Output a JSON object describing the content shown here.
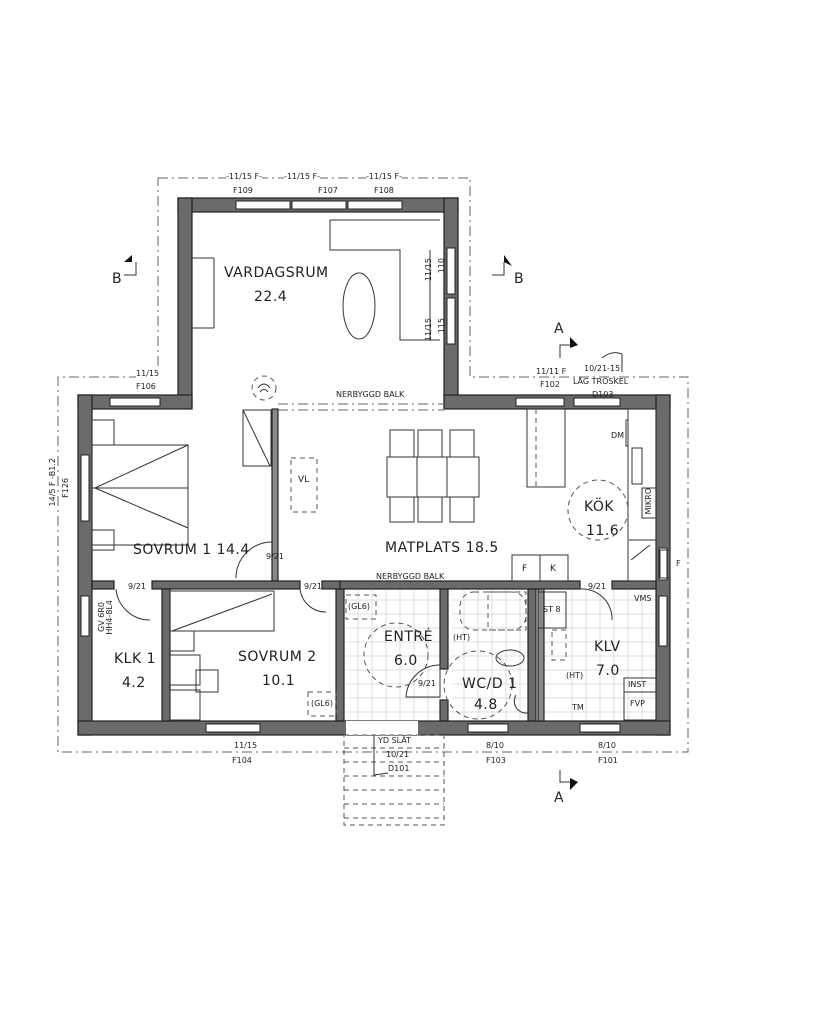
{
  "plan": {
    "rooms": {
      "vardagsrum": {
        "name": "VARDAGSRUM",
        "area": "22.4"
      },
      "sovrum1": {
        "name": "SOVRUM 1 14.4"
      },
      "matplats": {
        "name": "MATPLATS 18.5"
      },
      "kok": {
        "name": "KÖK",
        "area": "11.6"
      },
      "klk1": {
        "name": "KLK 1",
        "area": "4.2"
      },
      "sovrum2": {
        "name": "SOVRUM 2",
        "area": "10.1"
      },
      "entre": {
        "name": "ENTRÉ",
        "area": "6.0"
      },
      "wcd1": {
        "name": "WC/D 1",
        "area": "4.8"
      },
      "klv": {
        "name": "KLV",
        "area": "7.0"
      }
    },
    "windows": {
      "f109": {
        "size": "-11/15 F-",
        "id": "F109"
      },
      "f107": {
        "size": "-11/15 F-",
        "id": "F107"
      },
      "f108": {
        "size": "-11/15 F-",
        "id": "F108"
      },
      "f106": {
        "size": "11/15",
        "id": "F106"
      },
      "f126": {
        "size": "14/5 F -B1.2",
        "id": "F126"
      },
      "f102": {
        "size": "11/11 F",
        "id": "F102"
      },
      "f104": {
        "size": "11/15",
        "id": "F104"
      },
      "f103": {
        "size": "8/10",
        "id": "F103"
      },
      "f101": {
        "size": "8/10",
        "id": "F101"
      },
      "f110": {
        "size": "11/15",
        "id": "F110"
      },
      "f115": {
        "size": "11/15",
        "id": "F115"
      }
    },
    "doors": {
      "d103": {
        "size": "10/21-15",
        "note": "LÅG TRÖSKEL",
        "id": "D103"
      },
      "d101": {
        "note": "YD SLÄT",
        "size": "10/21",
        "id": "D101"
      },
      "sovrum1_door": "9/21",
      "klk1_door": "9/21",
      "sovrum2_door": "9/21",
      "wc_door": "9/21",
      "klv_door": "9/21"
    },
    "beams": {
      "upper": "NERBYGGD BALK",
      "lower": "NERBYGGD BALK"
    },
    "fixtures": {
      "vl": "VL",
      "f": "F",
      "k": "K",
      "dm": "DM",
      "mikro": "MIKRO",
      "f_right": "F",
      "gl6_entre": "(GL6)",
      "gl6_sovrum2": "(GL6)",
      "ht_wc": "(HT)",
      "ht_klv": "(HT)",
      "st8": "ST 8",
      "vms": "VMS",
      "inst": "INST",
      "fvp": "FVP",
      "tm": "TM",
      "gv": "GV 6R0",
      "hh": "HH4-8L4"
    },
    "section_markers": {
      "b_left": "B",
      "b_right": "B",
      "a_top": "A",
      "a_bottom": "A"
    }
  }
}
